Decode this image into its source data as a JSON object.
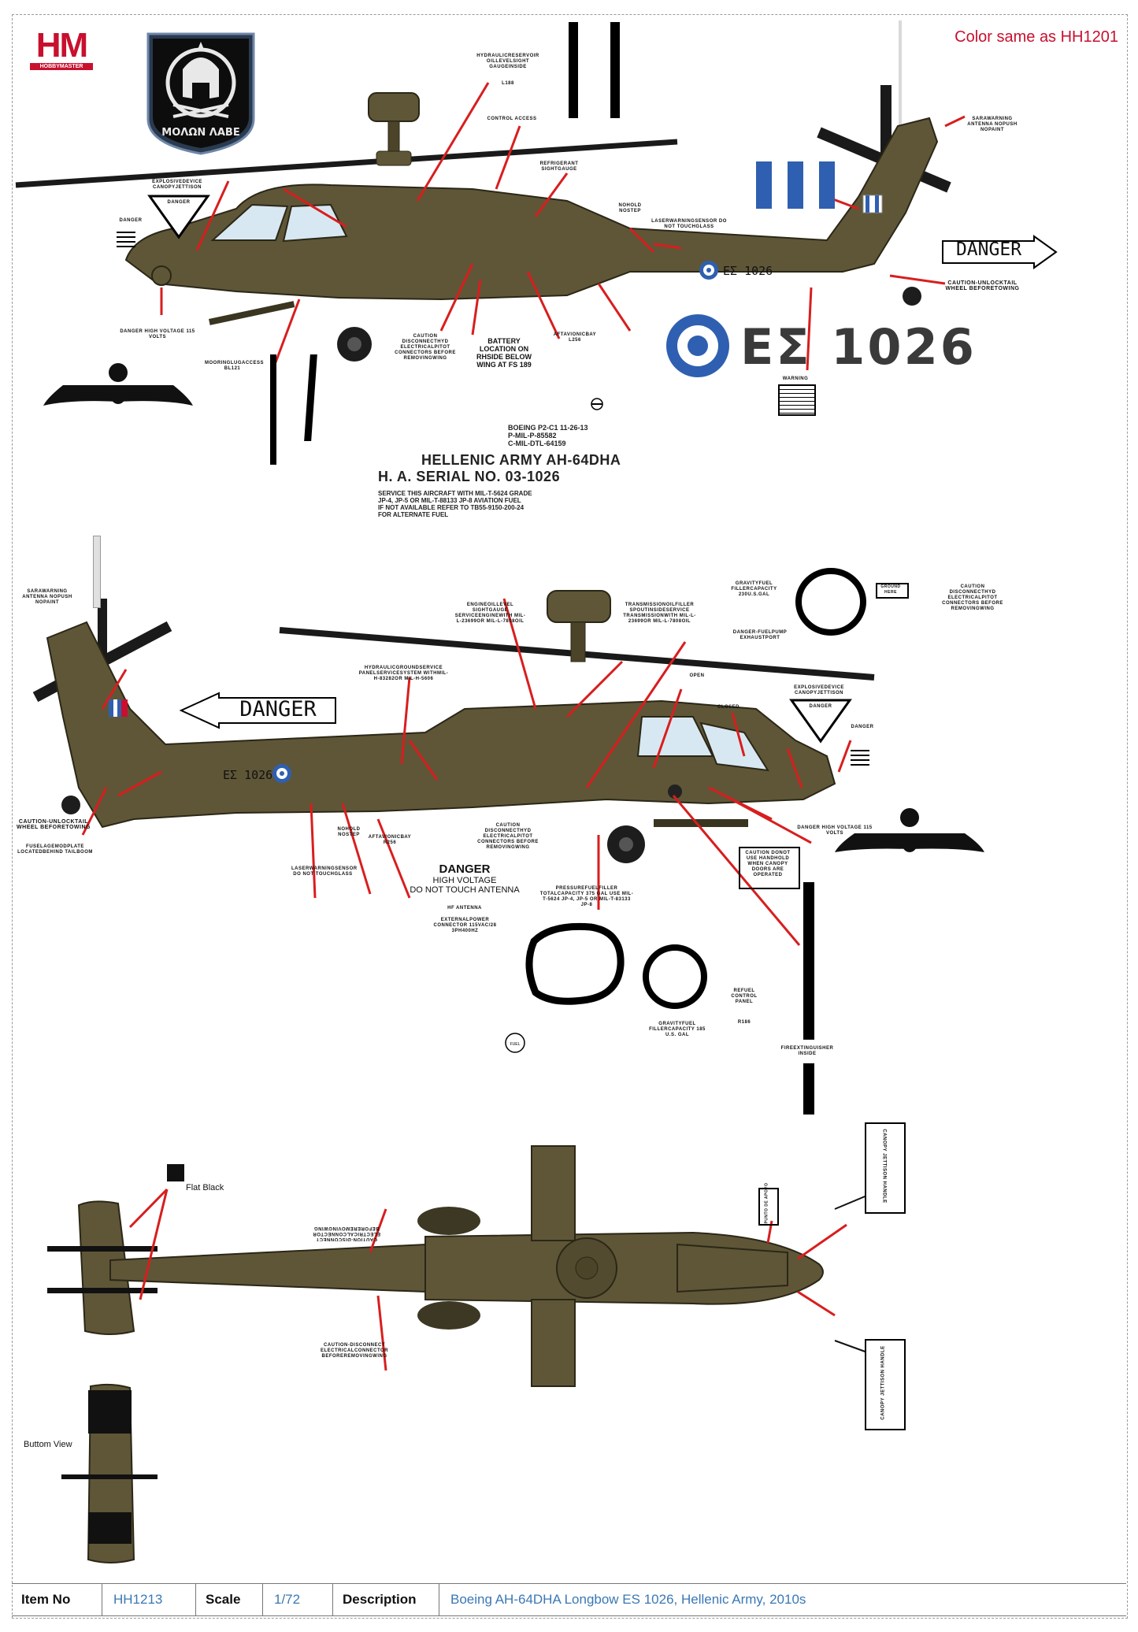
{
  "header": {
    "brand_logo_text": "HM",
    "brand_logo_sub": "HOBBYMASTER",
    "note": "Color same as HH1201",
    "emblem_motto": "ΜΟΛΩΝ ΛΑΒΕ"
  },
  "colors": {
    "olive": "#5e5637",
    "olive_dark": "#4b4429",
    "arrow_red": "#d81e1e",
    "roundel_blue": "#2f5fb0",
    "accent_blue": "#3a78b5",
    "note_red": "#c8102e"
  },
  "top_view": {
    "labels": {
      "hydraulic": "HYDRAULICRESERVOIR OILLEVELSIGHT GAUGEINSIDE",
      "l188": "L188",
      "control_access": "CONTROL ACCESS",
      "refrigerant": "REFRIGERANT SIGHTGAUGE",
      "no_hold": "NOHOLD NOSTEP",
      "laser_warning": "LASERWARNINGSENSOR DO NOT TOUCHGLASS",
      "sara_warning": "SARAWARNING ANTENNA NOPUSH NOPAINT",
      "explosive": "EXPLOSIVEDEVICE CANOPYJETTISON",
      "danger_triangle": "DANGER",
      "danger_small": "DANGER",
      "caution_tail": "CAUTION-UNLOCKTAIL WHEEL BEFORETOWING",
      "high_voltage": "DANGER HIGH VOLTAGE 115 VOLTS",
      "mooring": "MOORINGLUGACCESS BL121",
      "caution_disconnect": "CAUTION DISCONNECTHYD ELECTRICALPITOT CONNECTORS BEFORE REMOVINGWING",
      "battery": "BATTERY LOCATION ON RHSIDE BELOW WING AT FS 189",
      "aft_avionic": "AFTAVIONICBAY L256",
      "warning": "WARNING",
      "serial_big": "ΕΣ 1026",
      "serial_small": "ΕΣ 1026",
      "danger_arrow": "DANGER"
    },
    "data_block": {
      "boeing": "BOEING P2-C1 11-26-13",
      "p_mil": "P-MIL-P-85582",
      "c_mil": "C-MIL-DTL-64159",
      "army": "HELLENIC ARMY AH-64DHA",
      "serial": "H. A. SERIAL NO. 03-1026",
      "service1": "SERVICE THIS AIRCRAFT WITH MIL-T-5624 GRADE",
      "service2": "JP-4, JP-5 OR MIL-T-88133 JP-8 AVIATION FUEL",
      "service3": "IF NOT AVAILABLE REFER TO TB55-9150-200-24",
      "service4": "FOR ALTERNATE FUEL"
    }
  },
  "side_view": {
    "labels": {
      "sara_warning": "SARAWARNING ANTENNA NOPUSH NOPAINT",
      "hydraulic_ground": "HYDRAULICGROUNDSERVICE PANELSERVICESYSTEM WITHMIL-H-83282OR MIL-H-5606",
      "engine_oil": "ENGINEOILLEVEL SIGHTGAUGE SERVICEENGINEWITH MIL-L-23699OR MIL-L-7808OIL",
      "transmission_oil": "TRANSMISSIONOILFILLER SPOUTINSIDESERVICE TRANSMISSIONWITH MIL-L-23699OR MIL-L-7808OIL",
      "danger_fuel": "DANGER-FUELPUMP EXHAUSTPORT",
      "gravity_fuel": "GRAVITYFUEL FILLERCAPACITY 230U.S.GAL",
      "ground_here": "GROUND HERE",
      "caution_disconnect": "CAUTION DISCONNECTHYD ELECTRICALPITOT CONNECTORS BEFORE REMOVINGWING",
      "open": "OPEN",
      "closed": "CLOSED",
      "explosive": "EXPLOSIVEDEVICE CANOPYJETTISON",
      "danger_triangle": "DANGER",
      "danger_small": "DANGER",
      "danger_arrow": "DANGER",
      "serial_small": "ΕΣ 1026",
      "caution_tail": "CAUTION-UNLOCKTAIL WHEEL BEFORETOWING",
      "fuselage_mod": "FUSELAGEMODPLATE LOCATEDBEHIND TAILBOOM",
      "laser_warning": "LASERWARNINGSENSOR DO NOT TOUCHGLASS",
      "no_hold": "NOHOLD NOSTEP",
      "aft_avionic": "AFTAVIONICBAY R256",
      "caution_disconnect2": "CAUTION DISCONNECTHYD ELECTRICALPITOT CONNECTORS BEFORE REMOVINGWING",
      "danger_hv": "DANGER",
      "high_voltage": "HIGH VOLTAGE",
      "do_not_touch": "DO NOT TOUCH ANTENNA",
      "hf_antenna": "HF ANTENNA",
      "ext_power": "EXTERNALPOWER CONNECTOR 115VAC/28 3PH400HZ",
      "pressure_fuel": "PRESSUREFUELFILLER TOTALCAPACITY 375 GAL USE MIL-T-5624 JP-4, JP-5 OR MIL-T-83133 JP-8",
      "high_voltage_nose": "DANGER HIGH VOLTAGE 115 VOLTS",
      "caution_box": "CAUTION DONOT USE HANDHOLD WHEN CANOPY DOORS ARE OPERATED",
      "refuel_panel": "REFUEL CONTROL PANEL",
      "r186": "R186",
      "gravity_fuel2": "GRAVITYFUEL FILLERCAPACITY 185 U.S. GAL",
      "fire_ext": "FIREEXTINGUISHER INSIDE"
    }
  },
  "plan_view": {
    "labels": {
      "flat_black": "Flat Black",
      "bottom_view": "Buttom View",
      "caution_top": "CAUTION-DISCONNECT ELECTRICALCONNECTOR BEFOREREMOVINGWING",
      "caution_bottom": "CAUTION-DISCONNECT ELECTRICALCONNECTOR BEFOREREMOVINGWING",
      "punto": "PUNTO DE APOYO",
      "canopy_top": "CANOPY JETTISON HANDLE",
      "canopy_bottom": "CANOPY JETTISON HANDLE"
    }
  },
  "footer": {
    "item_no_label": "Item No",
    "item_no": "HH1213",
    "scale_label": "Scale",
    "scale": "1/72",
    "description_label": "Description",
    "description": "Boeing AH-64DHA Longbow ES 1026, Hellenic Army, 2010s"
  }
}
